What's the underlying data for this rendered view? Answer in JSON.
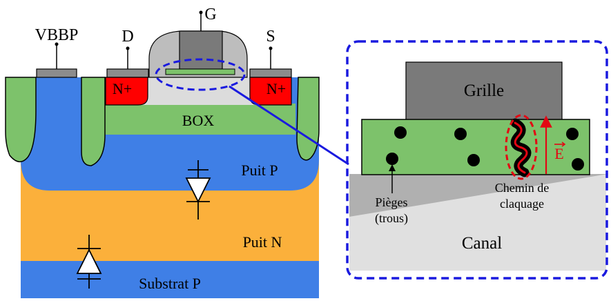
{
  "labels": {
    "vbbp": "VBBP",
    "drain": "D",
    "gate": "G",
    "source": "S",
    "n_plus_drain": "N+",
    "n_plus_source": "N+",
    "box": "BOX",
    "puit_p": "Puit P",
    "puit_n": "Puit N",
    "substrat_p": "Substrat P",
    "grille": "Grille",
    "field": "E",
    "chemin_line1": "Chemin de",
    "chemin_line2": "claquage",
    "pieges_line1": "Pièges",
    "pieges_line2": "(trous)",
    "canal": "Canal"
  },
  "colors": {
    "oxide_green": "#7dc26b",
    "well_blue": "#3f7fe6",
    "n_well_orange": "#fbb03b",
    "n_plus_red": "#ff0000",
    "contact_gray": "#8c8c8c",
    "gate_gray": "#7a7a7a",
    "spacer_gray": "#bdbdbd",
    "channel_light": "#e0e0e0",
    "zoom_border": "#1a1adf",
    "breakdown_red": "#e30613"
  }
}
